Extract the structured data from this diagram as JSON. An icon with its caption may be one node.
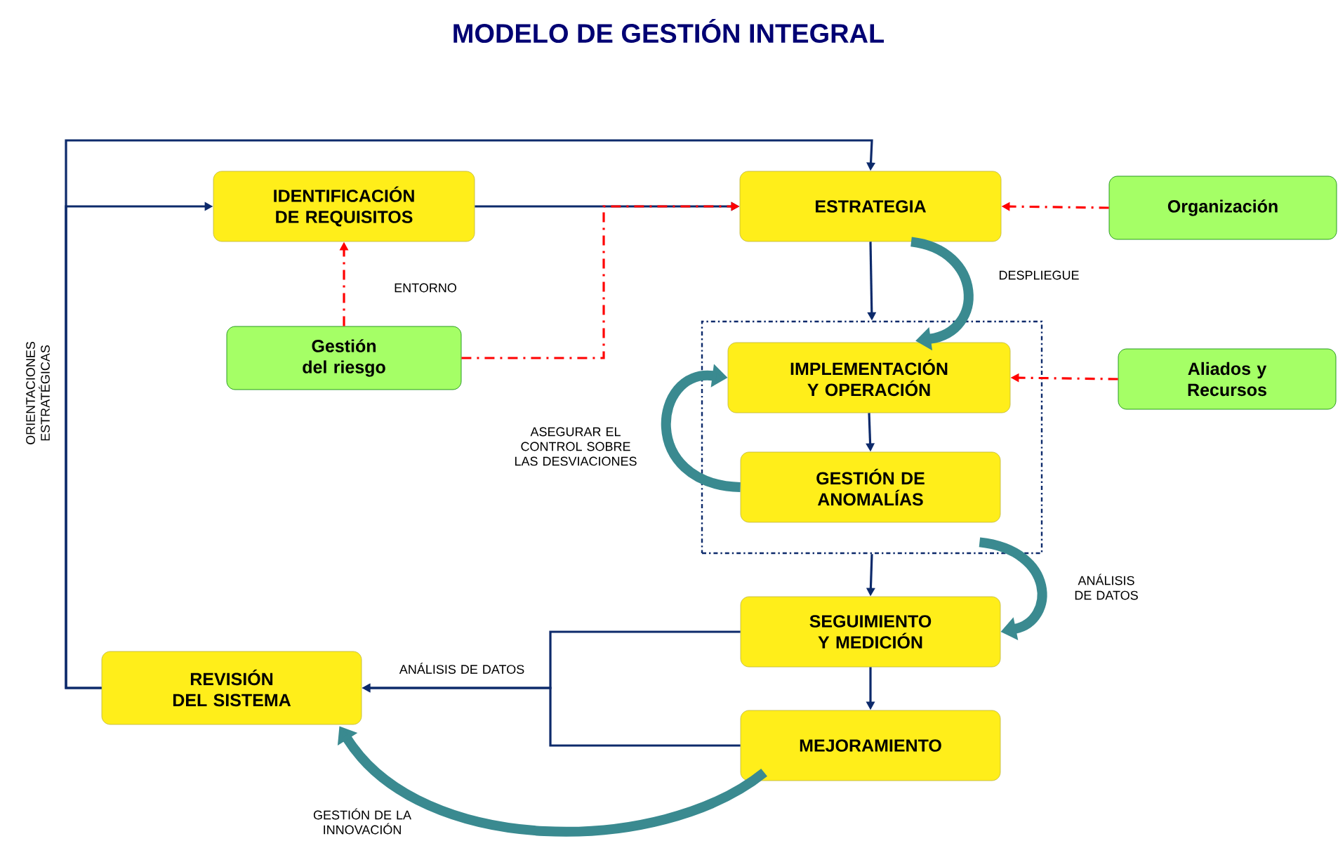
{
  "diagram": {
    "title": "MODELO DE GESTIÓN INTEGRAL",
    "nodes": [
      {
        "text": [
          "IDENTIFICACIÓN DE REQUISITOS"
        ]
      },
      {
        "text": [
          "ESTRATEGIA"
        ]
      },
      {
        "text": [
          "Organización"
        ]
      },
      {
        "text": [
          "Gestión del riesgo"
        ]
      },
      {
        "text": [],
        "shape": "box"
      },
      {
        "text": [
          "IMPLEMENTACIÓN Y OPERACIÓN"
        ],
        "in": 4
      },
      {
        "text": [
          "GESTIÓN DE ANOMALÍAS"
        ],
        "in": 4
      },
      {
        "text": [
          "Aliados y Recursos"
        ]
      },
      {
        "text": [
          "SEGUIMIENTO Y MEDICIÓN"
        ]
      },
      {
        "text": [
          "REVISIÓN DEL SISTEMA"
        ]
      },
      {
        "text": [
          "MEJORAMIENTO"
        ]
      }
    ],
    "edges": [
      {
        "from": 9,
        "to": 1,
        "arrow": "to",
        "label": "ORIENTACIONES ESTRATÉGICAS"
      },
      {
        "from": 9,
        "to": 0,
        "arrow": "to"
      },
      {
        "from": 0,
        "to": 1,
        "arrow": "to"
      },
      {
        "from": 3,
        "to": 1,
        "arrow": "to",
        "style": "dashed",
        "color": "#ff0000"
      },
      {
        "from": 3,
        "to": 0,
        "arrow": "to",
        "style": "dashed",
        "color": "#ff0000",
        "label": "ENTORNO"
      },
      {
        "from": 2,
        "to": 1,
        "arrow": "to",
        "style": "dashed",
        "color": "#ff0000"
      },
      {
        "from": 1,
        "to": 4,
        "arrow": "to"
      },
      {
        "from": 1,
        "to": 5,
        "arrow": "to",
        "style": "thick",
        "color": "#3a8a90",
        "label": "DESPLIEGUE"
      },
      {
        "from": 7,
        "to": 5,
        "arrow": "to",
        "style": "dashed",
        "color": "#ff0000"
      },
      {
        "from": 5,
        "to": 6,
        "arrow": "to"
      },
      {
        "from": 6,
        "to": 5,
        "arrow": "to",
        "style": "thick",
        "color": "#3a8a90",
        "label": "ASEGURAR EL CONTROL SOBRE LAS DESVIACIONES"
      },
      {
        "from": 4,
        "to": 8,
        "arrow": "to"
      },
      {
        "from": 6,
        "to": 8,
        "arrow": "to",
        "style": "thick",
        "color": "#3a8a90",
        "label": "ANÁLISIS DE DATOS"
      },
      {
        "from": 8,
        "to": 10,
        "arrow": "to"
      },
      {
        "from": 8,
        "to": 9,
        "arrow": "to",
        "label": "ANÁLISIS DE DATOS"
      },
      {
        "from": 10,
        "to": 9,
        "arrow": "to"
      },
      {
        "from": 10,
        "to": 9,
        "arrow": "to",
        "style": "thick",
        "color": "#3a8a90",
        "label": "GESTIÓN DE LA INNOVACIÓN"
      }
    ]
  }
}
